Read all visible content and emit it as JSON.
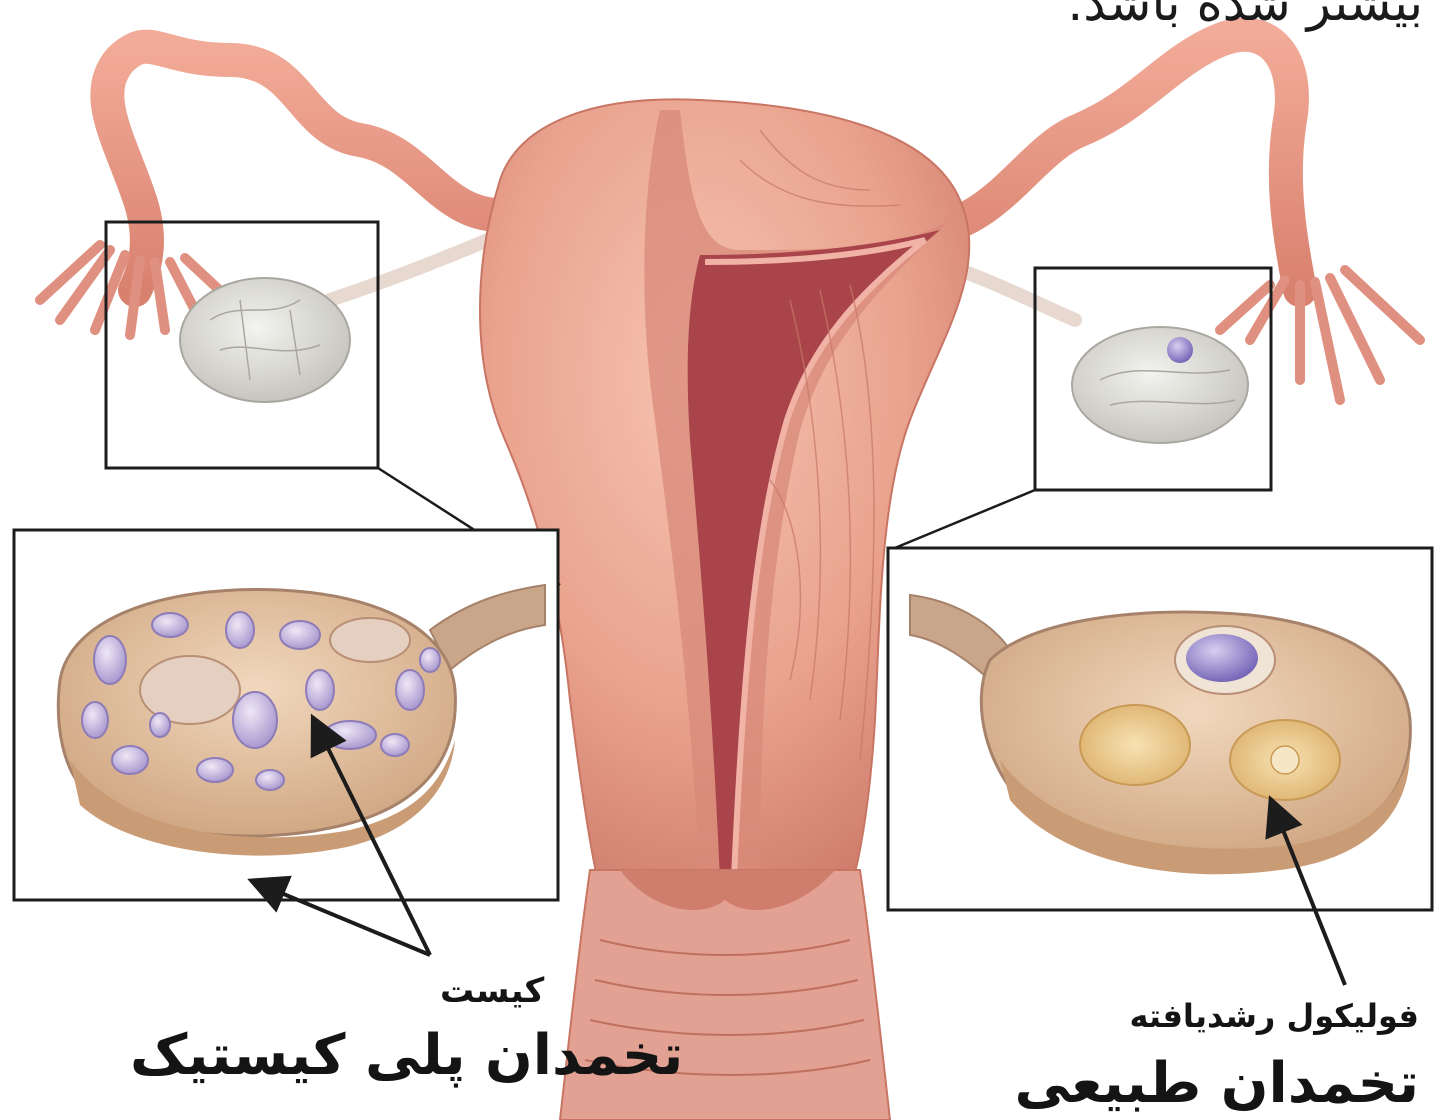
{
  "caption_top": "بیشتر شده باشد.",
  "labels": {
    "cyst": "کیست",
    "polycystic_ovary": "تخمدان پلی کیستیک",
    "mature_follicle": "فولیکول رشدیافته",
    "normal_ovary": "تخمدان طبیعی"
  },
  "colors": {
    "tissue_pink": "#e8a08c",
    "tissue_dark": "#c4665a",
    "cavity": "#9c3a3a",
    "ovary_grey": "#dcdcd6",
    "ovary_tan": "#d9b58f",
    "cyst_purple": "#b9a8d8",
    "egg_purple": "#8a78c8",
    "follicle_yellow": "#e8c27a",
    "line_black": "#1c1c1c"
  }
}
